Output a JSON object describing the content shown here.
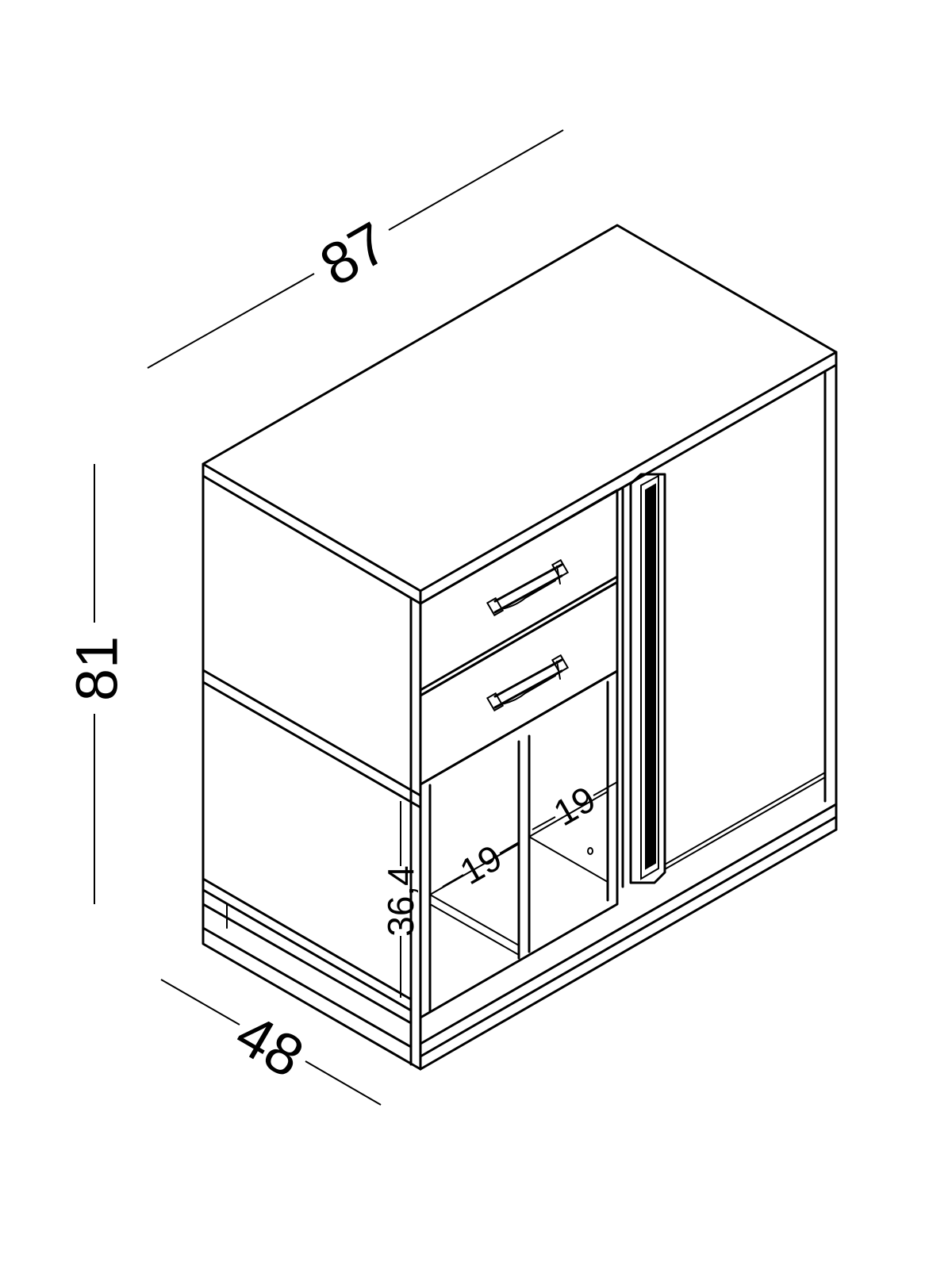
{
  "dimensions": {
    "width": "87",
    "height": "81",
    "depth": "48",
    "compartment_height": "36,4",
    "compartment_left_depth": "19",
    "compartment_right_depth": "19"
  },
  "colors": {
    "line": "#000000",
    "background": "#ffffff"
  }
}
